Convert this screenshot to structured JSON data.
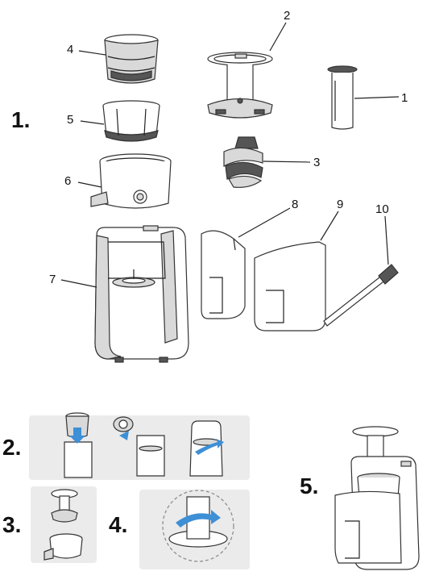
{
  "steps": {
    "s1": "1.",
    "s2": "2.",
    "s3": "3.",
    "s4": "4.",
    "s5": "5."
  },
  "part_labels": {
    "p1": "1",
    "p2": "2",
    "p3": "3",
    "p4": "4",
    "p5": "5",
    "p6": "6",
    "p7": "7",
    "p8": "8",
    "p9": "9",
    "p10": "10"
  },
  "colors": {
    "arrow": "#3d8fd6",
    "panel": "#ebebeb"
  }
}
